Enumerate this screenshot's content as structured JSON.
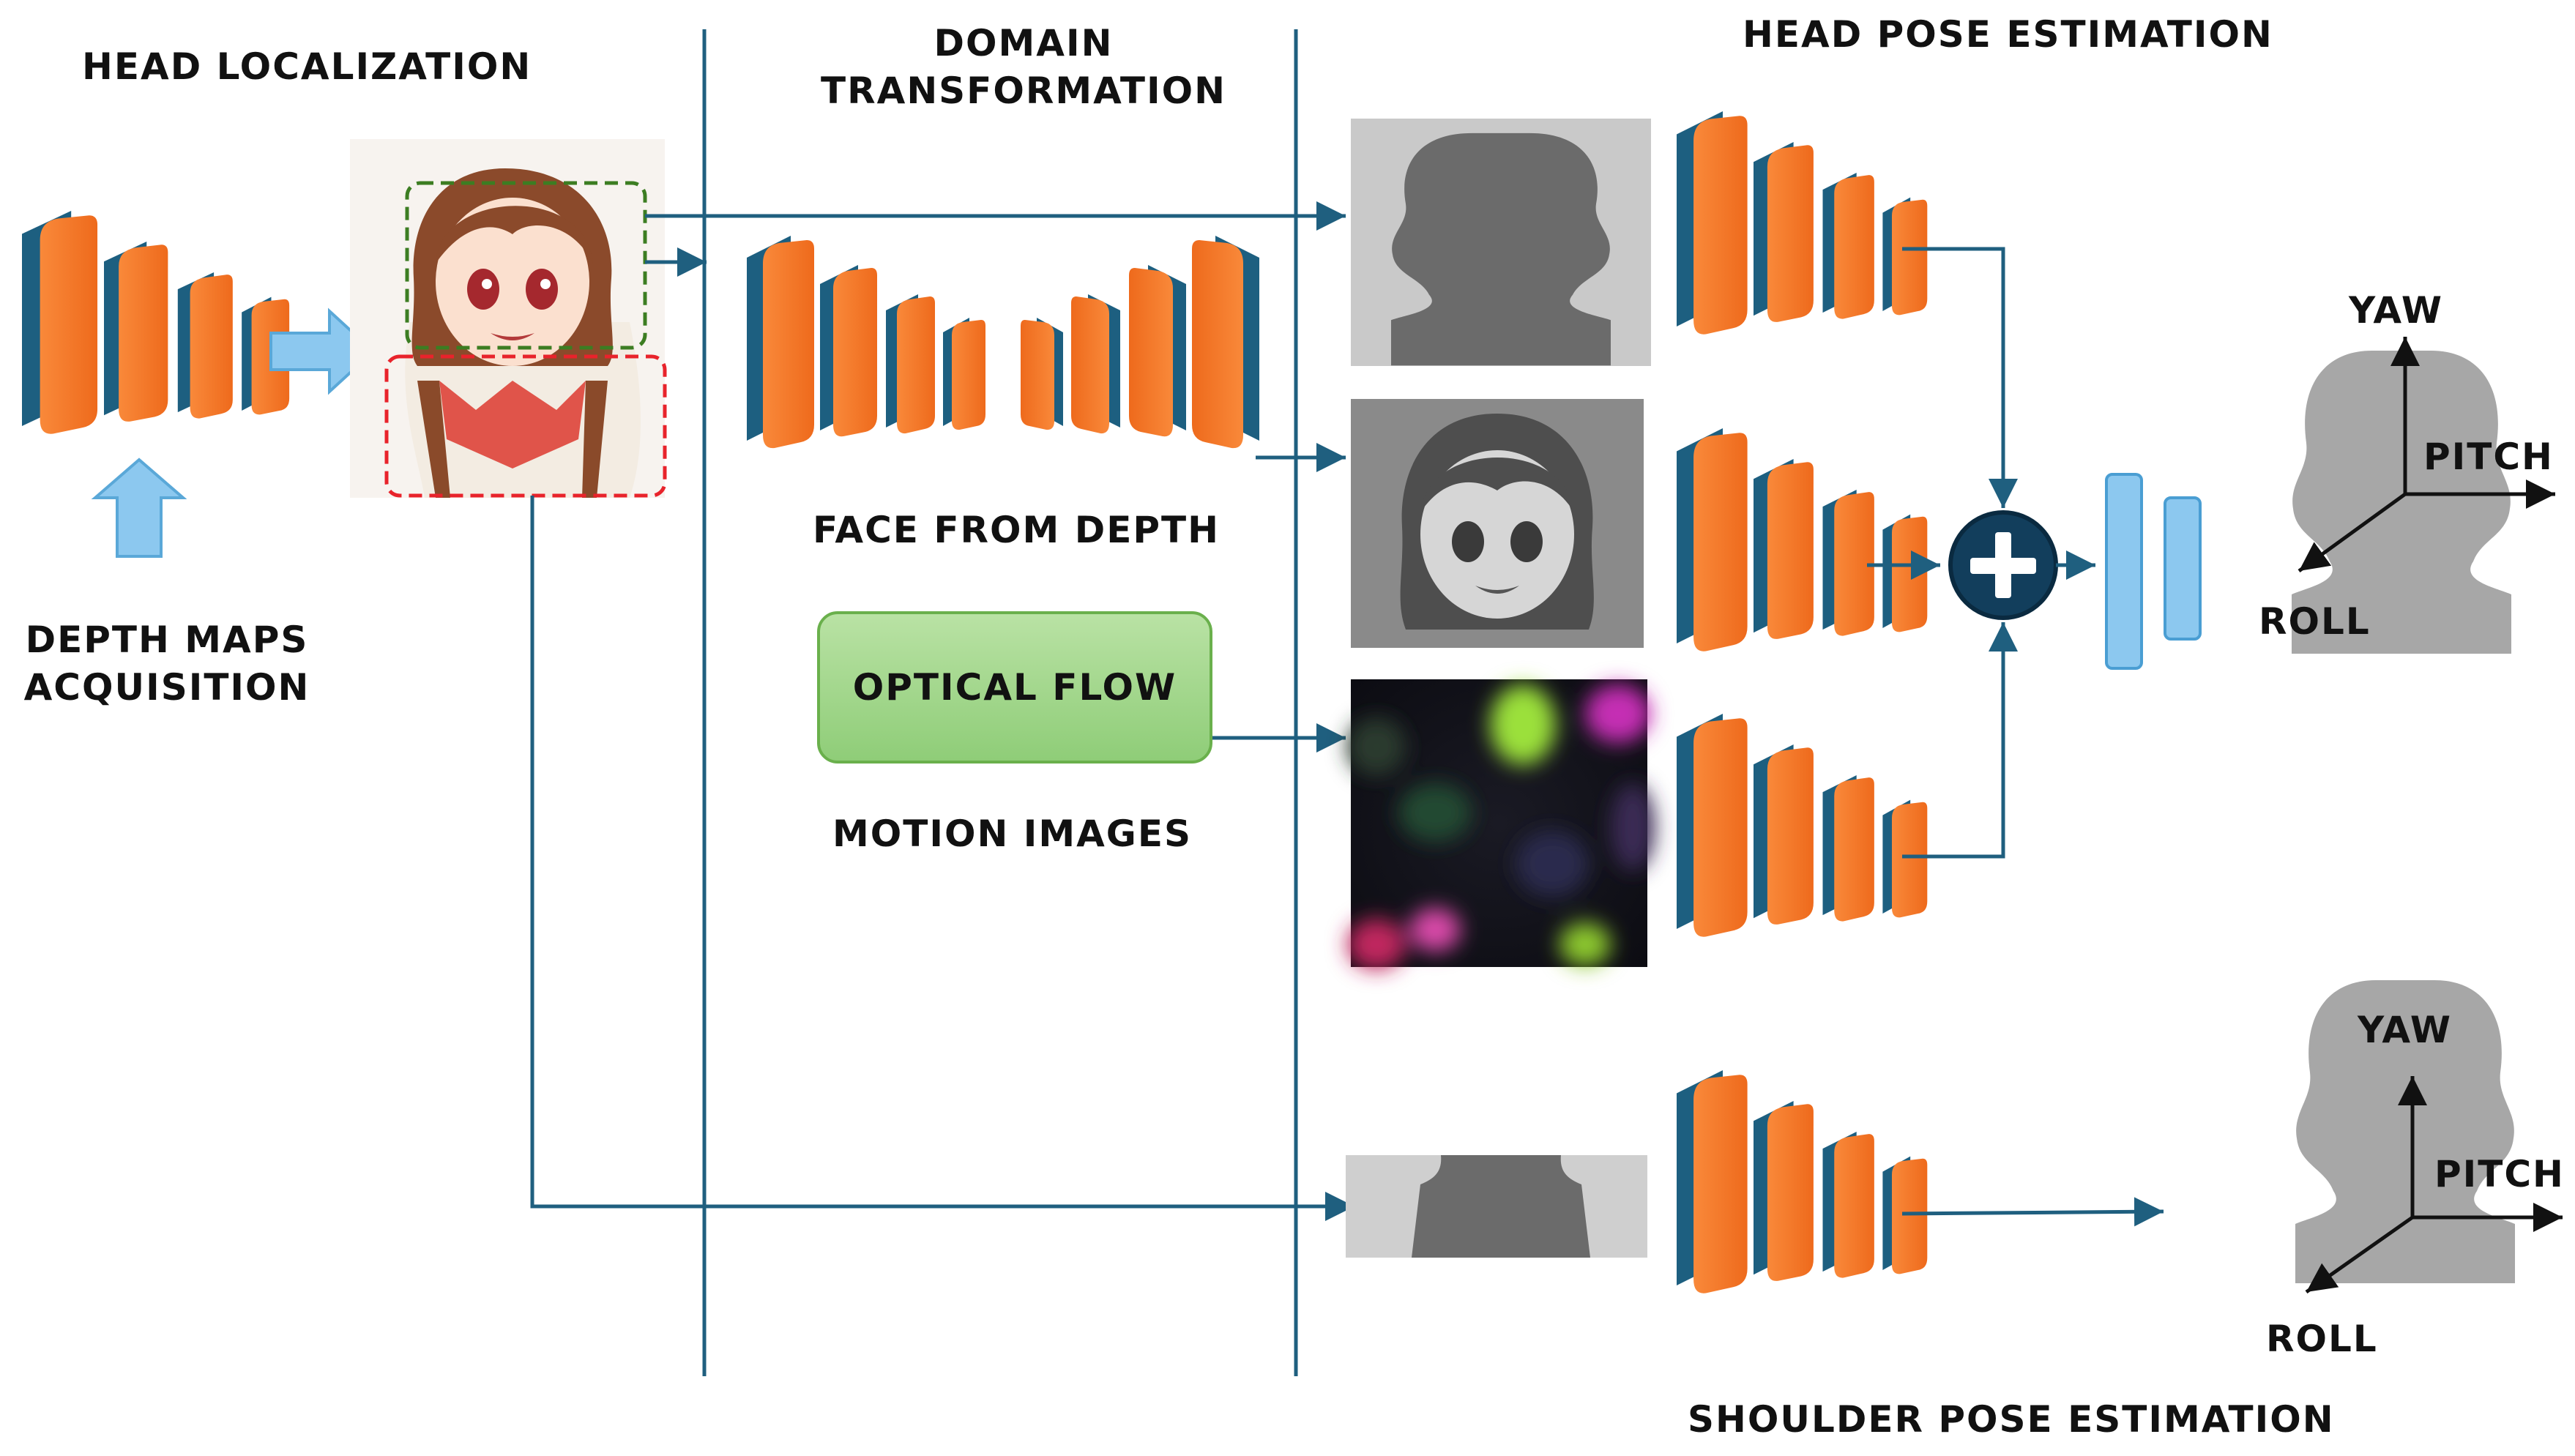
{
  "stages": {
    "head_localization": "HEAD LOCALIZATION",
    "domain_transformation_line1": "DOMAIN",
    "domain_transformation_line2": "TRANSFORMATION",
    "head_pose_estimation": "HEAD POSE ESTIMATION",
    "shoulder_pose_estimation": "SHOULDER POSE ESTIMATION"
  },
  "labels": {
    "depth_maps_line1": "DEPTH MAPS",
    "depth_maps_line2": "ACQUISITION",
    "face_from_depth": "FACE FROM DEPTH",
    "optical_flow": "OPTICAL FLOW",
    "motion_images": "MOTION IMAGES"
  },
  "head_axes": {
    "yaw": "YAW",
    "pitch": "PITCH",
    "roll": "ROLL"
  },
  "shoulder_axes": {
    "yaw": "YAW",
    "pitch": "PITCH",
    "roll": "ROLL"
  },
  "colors": {
    "line": "#1f5f7f",
    "block_dark": "#1d5f80",
    "block_orange": "#f47b2a",
    "light_arrow": "#8cc8ef",
    "head_box": "#3c7d22",
    "shoulder_box": "#e8232b",
    "fusion": "#123e5c"
  },
  "icons": [
    "cnn-block-icon",
    "fusion-plus-icon",
    "anime-portrait-icon",
    "silhouette-icon"
  ]
}
